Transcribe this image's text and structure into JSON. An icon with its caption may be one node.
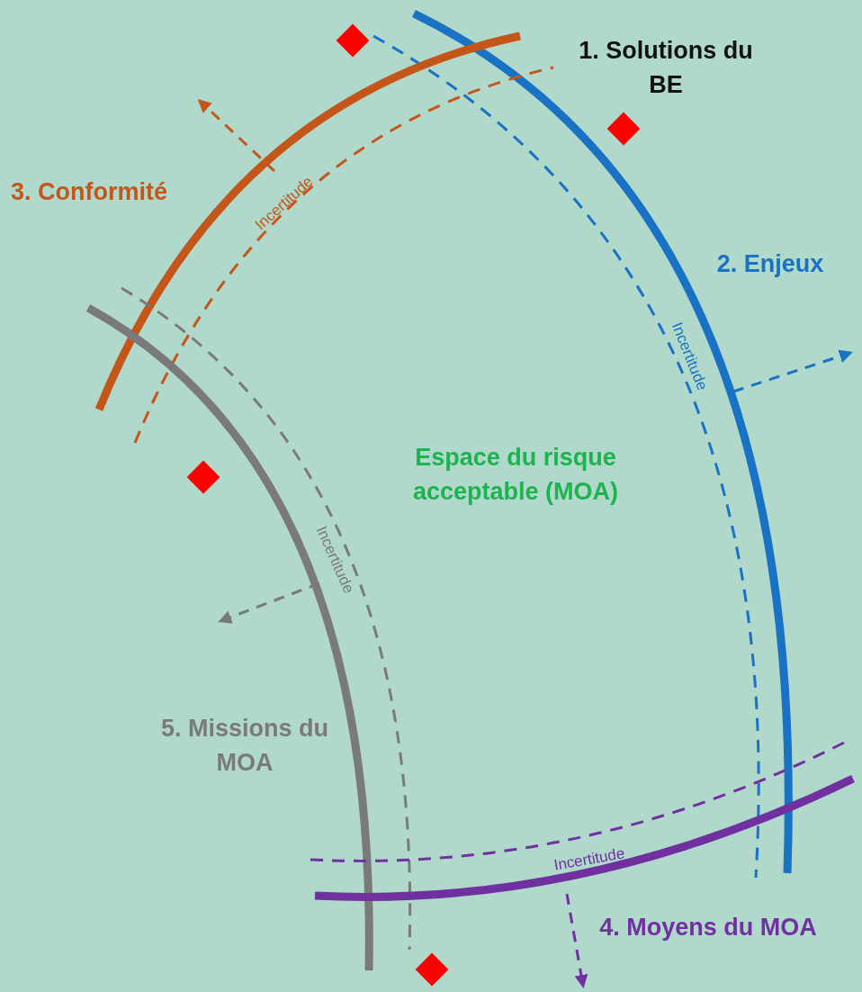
{
  "diagram": {
    "labels": [
      "1. Solutions du BE",
      "3. Conformité",
      "Incertitude",
      "2. Enjeux",
      "Incertitude",
      "Espace du risque acceptable (MOA)",
      "Incertitude",
      "5. Missions du MOA",
      "Incertitude",
      "4. Moyens du MOA"
    ]
  }
}
